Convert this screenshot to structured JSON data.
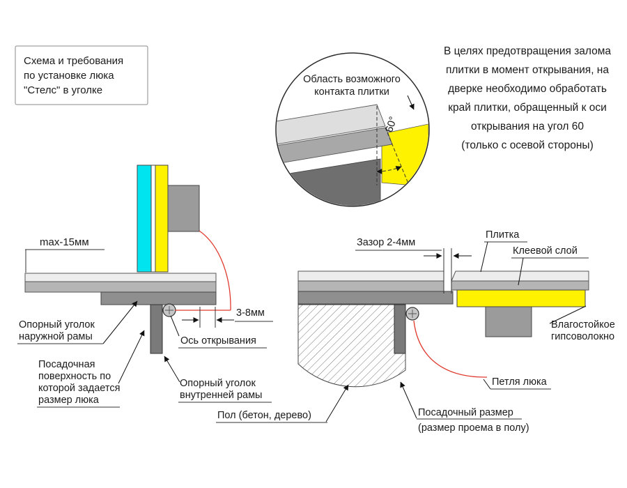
{
  "title_box": {
    "line1": "Схема и требования",
    "line2": "по установке люка",
    "line3": "\"Стелс\" в уголке"
  },
  "note": {
    "line1": "В целях предотвращения залома",
    "line2": "плитки в момент открывания, на",
    "line3": "дверке необходимо обработать",
    "line4": "край плитки, обращенный к оси",
    "line5": "открывания на угол 60",
    "line6": "(только с осевой стороны)"
  },
  "detail": {
    "caption_line1": "Область возможного",
    "caption_line2": "контакта плитки",
    "angle_label": "60°"
  },
  "left_view": {
    "max_offset": "max-15мм",
    "outer_angle_line1": "Опорный уголок",
    "outer_angle_line2": "наружной рамы",
    "seat_line1": "Посадочная",
    "seat_line2": "поверхность по",
    "seat_line3": "которой задается",
    "seat_line4": "размер люка",
    "axis_label": "Ось открывания",
    "inner_angle_line1": "Опорный уголок",
    "inner_angle_line2": "внутренней рамы",
    "gap_label": "3-8мм"
  },
  "right_view": {
    "gap_label": "Зазор 2-4мм",
    "tile_label": "Плитка",
    "glue_label": "Клеевой слой",
    "gvl_line1": "Влагостойкое",
    "gvl_line2": "гипсоволокно",
    "hinge_label": "Петля люка",
    "floor_label": "Пол (бетон, дерево)",
    "seatsize_line1": "Посадочный размер",
    "seatsize_line2": "(размер проема в полу)"
  },
  "colors": {
    "tile_cyan": "#00e4f0",
    "gypsum_yellow": "#fff200",
    "swing_red": "#e03a2f"
  }
}
